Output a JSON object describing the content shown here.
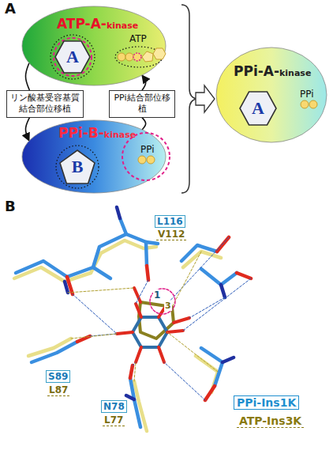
{
  "diagram": {
    "nodes": [
      {
        "text": [
          "ATP-A-",
          "kinase"
        ]
      },
      {
        "text": [
          "A"
        ],
        "in": 0
      },
      {
        "text": [
          "リン酸基受容基質結合部位移植"
        ]
      },
      {
        "text": [
          "PPi結合部位移植"
        ]
      },
      {
        "text": [
          "PPi-B-",
          "kinase"
        ]
      },
      {
        "text": [
          "B"
        ],
        "in": 4
      },
      {
        "text": [
          "PPi-A-",
          "kinase"
        ]
      },
      {
        "text": [
          "A"
        ],
        "in": 6
      }
    ],
    "edges": [
      {
        "from": 0,
        "to": 2,
        "arrow": "none"
      },
      {
        "from": 2,
        "to": 4,
        "arrow": "to"
      },
      {
        "from": 4,
        "to": 3,
        "arrow": "none"
      },
      {
        "from": 3,
        "to": 0,
        "arrow": "to"
      }
    ],
    "labels": [
      "A",
      "ATP",
      "PPi",
      "PPi",
      "B",
      "L116",
      "V112",
      "1",
      "3",
      "S89",
      "L87",
      "N78",
      "L77"
    ],
    "legend": [
      {
        "text": "PPi-Ins1K",
        "color": "#1f8fcf"
      },
      {
        "text": "ATP-Ins3K",
        "color": "#8a7a10"
      }
    ]
  }
}
